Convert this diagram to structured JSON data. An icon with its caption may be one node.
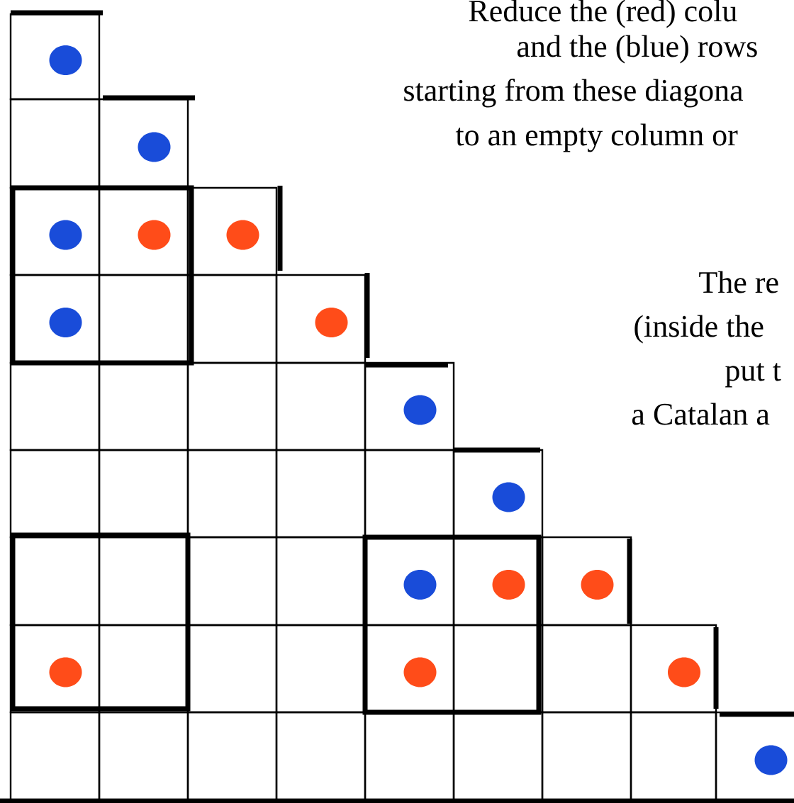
{
  "diagram": {
    "labels": [
      "Reduce the (red) colu",
      "and the (blue) rows",
      "starting from these diagona",
      "to an empty column or",
      "The re",
      "(inside the",
      "put t",
      "a Catalan a"
    ]
  }
}
